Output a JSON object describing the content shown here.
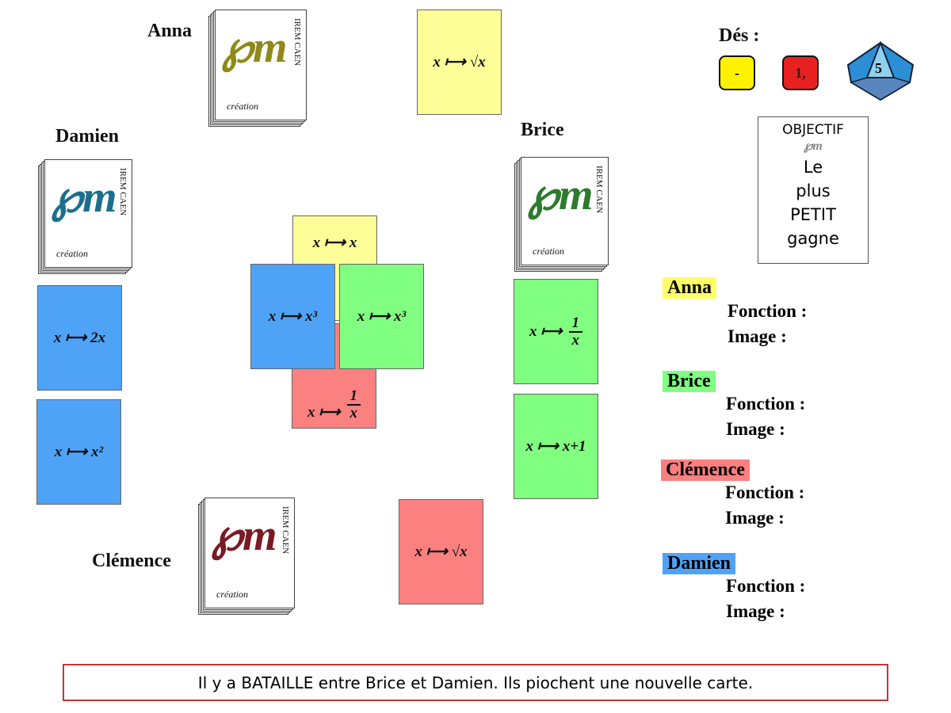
{
  "players": {
    "anna": {
      "name": "Anna",
      "color": "#ffff66"
    },
    "brice": {
      "name": "Brice",
      "color": "#80ff80"
    },
    "clemence": {
      "name": "Clémence",
      "color": "#fb8080"
    },
    "damien": {
      "name": "Damien",
      "color": "#4fa3f7"
    }
  },
  "deck_logo": {
    "big": "℘m",
    "vertical": "IREM CAEN",
    "sub": "création"
  },
  "cards": {
    "anna_played": "x ⟼ √x",
    "damien_1": "x ⟼ 2x",
    "damien_2": "x ⟼ x²",
    "center_yellow": "x ⟼ x",
    "center_blue": "x ⟼  x³",
    "center_green": "x ⟼  x³",
    "center_red_prefix": "x ⟼",
    "center_red_num": "1",
    "center_red_den": "x",
    "brice_1_prefix": "x ⟼",
    "brice_1_num": "1",
    "brice_1_den": "x",
    "brice_2": "x ⟼ x+1",
    "clemence_played": "x ⟼ √x"
  },
  "dice": {
    "label": "Dés :",
    "yellow": "-",
    "red": "1,",
    "d10": "5"
  },
  "objective": {
    "title": "OBJECTIF",
    "lines": [
      "Le",
      "plus",
      "PETIT",
      "gagne"
    ]
  },
  "panel": {
    "fonction": "Fonction :",
    "image": "Image :"
  },
  "message": "Il y a BATAILLE entre Brice et Damien. Ils piochent une nouvelle carte."
}
